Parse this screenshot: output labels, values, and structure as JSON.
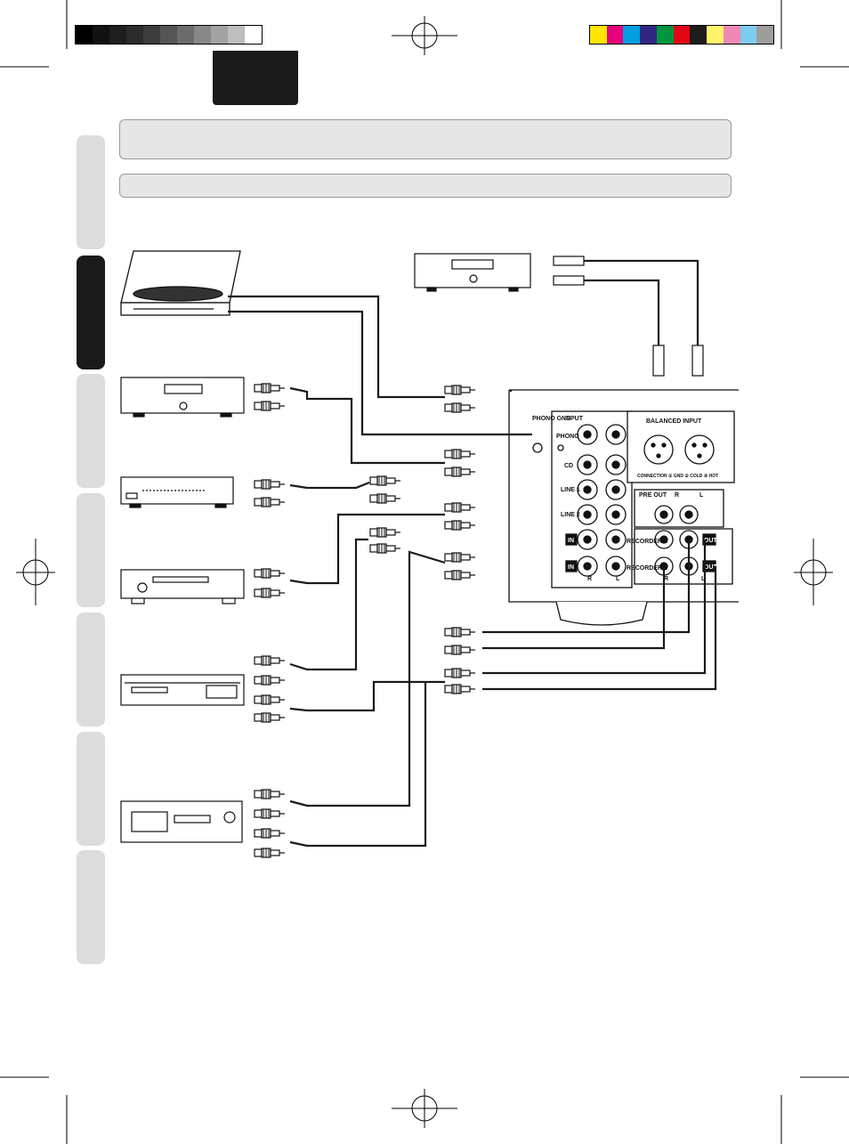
{
  "colors": {
    "tab_active": "#1a1a1a",
    "tab_inactive": "#dcdcdc",
    "header_block": "#1a1a1a",
    "bars": "#e6e6e6",
    "cable": "#1a1a1a"
  },
  "panel": {
    "phono_gnd": "PHONO\nGND",
    "input": "INPUT",
    "phono": "PHONO",
    "cd": "CD",
    "line1": "LINE 1",
    "line2": "LINE 2",
    "recorder1": "RECORDER 1",
    "recorder2": "RECORDER 2",
    "in": "IN",
    "out": "OUT",
    "balanced_input": "BALANCED INPUT",
    "pre_out": "PRE OUT",
    "r": "R",
    "l": "L",
    "connection": "CONNECTION ① GND ② COLD ③ HOT"
  }
}
